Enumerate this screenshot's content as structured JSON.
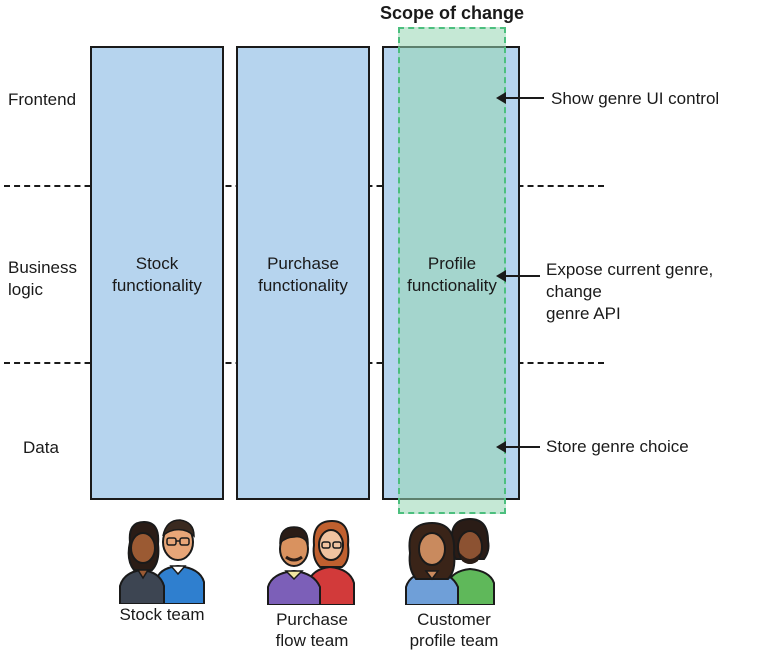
{
  "scope_title": "Scope of change",
  "layers": [
    {
      "label": "Frontend"
    },
    {
      "label": "Business\nlogic"
    },
    {
      "label": "Data"
    }
  ],
  "columns": [
    {
      "label": "Stock\nfunctionality",
      "fill": "#b6d4ee"
    },
    {
      "label": "Purchase\nfunctionality",
      "fill": "#b6d4ee"
    },
    {
      "label": "Profile\nfunctionality",
      "fill": "#b6d4ee"
    }
  ],
  "annotations": [
    {
      "text": "Show genre UI control"
    },
    {
      "text": "Expose current genre, change\ngenre API"
    },
    {
      "text": "Store genre choice"
    }
  ],
  "teams": [
    {
      "label": "Stock team",
      "icon": "people-icon"
    },
    {
      "label": "Purchase\nflow team",
      "icon": "people-icon"
    },
    {
      "label": "Customer\nprofile team",
      "icon": "people-icon"
    }
  ],
  "colors": {
    "column_fill": "#b6d4ee",
    "scope_fill": "#96d6b2",
    "scope_border": "#4cbf7e",
    "stroke": "#1a1a1a"
  }
}
